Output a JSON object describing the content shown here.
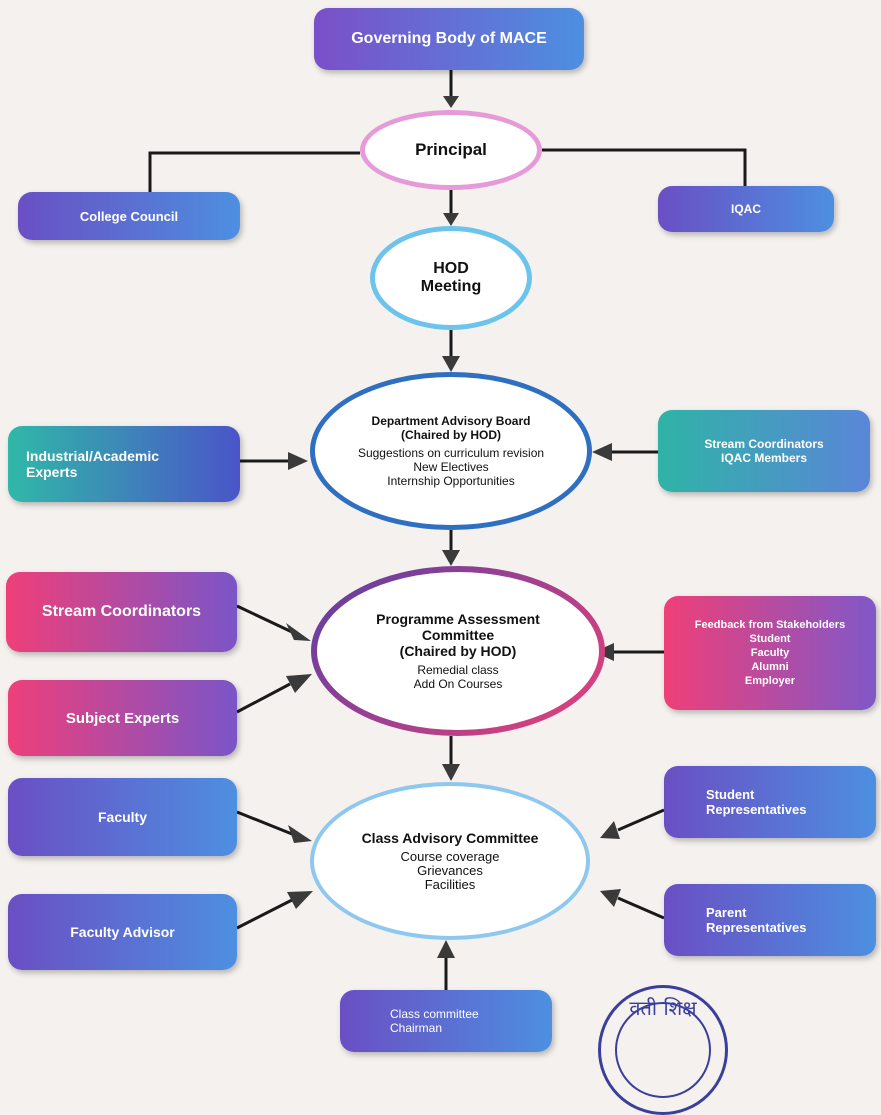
{
  "nodes": {
    "governing_body": "Governing Body of MACE",
    "principal": "Principal",
    "college_council": "College Council",
    "iqac": "IQAC",
    "hod_meeting": [
      "HOD",
      "Meeting"
    ],
    "dab": {
      "title": [
        "Department Advisory Board",
        "(Chaired by HOD)"
      ],
      "items": [
        "Suggestions on curriculum revision",
        "New Electives",
        "Internship Opportunities"
      ]
    },
    "experts": [
      "Industrial/Academic",
      "Experts"
    ],
    "stream_iqac": [
      "Stream Coordinators",
      "IQAC Members"
    ],
    "pac": {
      "title": [
        "Programme Assessment",
        "Committee",
        "(Chaired by HOD)"
      ],
      "items": [
        "Remedial class",
        "Add On Courses"
      ]
    },
    "stream_coordinators": "Stream Coordinators",
    "subject_experts": "Subject Experts",
    "feedback": [
      "Feedback from Stakeholders",
      "Student",
      "Faculty",
      "Alumni",
      "Employer"
    ],
    "cac": {
      "title": "Class Advisory Committee",
      "items": [
        "Course coverage",
        "Grievances",
        "Facilities"
      ]
    },
    "faculty": "Faculty",
    "faculty_advisor": "Faculty Advisor",
    "student_reps": [
      "Student",
      "Representatives"
    ],
    "parent_reps": [
      "Parent",
      "Representatives"
    ],
    "class_chairman": [
      "Class committee",
      "Chairman"
    ]
  },
  "seal": {
    "text": "वती शिक्ष"
  },
  "colors": {
    "purple": "#6a55c8",
    "blue": "#4d8fe0",
    "teal": "#2fa9a8",
    "pink": "#e8407a",
    "line": "#1a1a1a",
    "arrow": "#3a3a3a",
    "principal_ring": "#e79ad8",
    "hod_ring": "#6cc4ec"
  }
}
